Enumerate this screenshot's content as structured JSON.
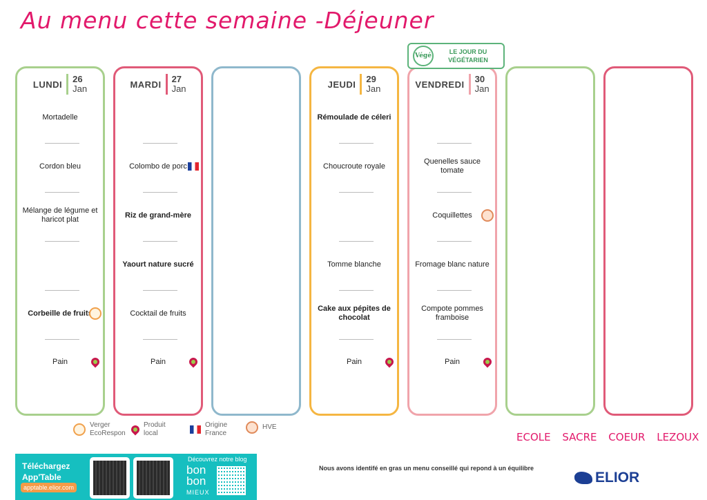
{
  "title": "Au menu cette semaine -Déjeuner",
  "vege_banner": {
    "logo": "Végé",
    "text": "LE JOUR DU VÉGÉTARIEN"
  },
  "colors": {
    "title": "#e2196b",
    "green": "#a8d08d",
    "red": "#e05a78",
    "blue": "#8fb8cc",
    "orange": "#f5b642",
    "pink": "#f0a4ab"
  },
  "columns": [
    {
      "day": "LUNDI",
      "num": "26",
      "month": "Jan",
      "color": "#a8d08d",
      "items": [
        {
          "text": "Mortadelle"
        },
        {
          "text": "Cordon bleu"
        },
        {
          "text": "Mélange de légume et haricot plat"
        },
        {
          "text": ""
        },
        {
          "text": "Corbeille de fruits",
          "bold": true,
          "icon": "verger"
        },
        {
          "text": "Pain",
          "icon": "local"
        }
      ]
    },
    {
      "day": "MARDI",
      "num": "27",
      "month": "Jan",
      "color": "#e05a78",
      "items": [
        {
          "text": ""
        },
        {
          "text": "Colombo de porc",
          "icon": "france"
        },
        {
          "text": "Riz de grand-mère",
          "bold": true
        },
        {
          "text": "Yaourt nature sucré",
          "bold": true
        },
        {
          "text": "Cocktail de fruits"
        },
        {
          "text": "Pain",
          "icon": "local"
        }
      ]
    },
    {
      "day": "",
      "num": "",
      "month": "",
      "color": "#8fb8cc",
      "items": []
    },
    {
      "day": "JEUDI",
      "num": "29",
      "month": "Jan",
      "color": "#f5b642",
      "items": [
        {
          "text": "Rémoulade de céleri",
          "bold": true
        },
        {
          "text": "Choucroute royale"
        },
        {
          "text": ""
        },
        {
          "text": "Tomme blanche"
        },
        {
          "text": "Cake aux pépites de chocolat",
          "bold": true
        },
        {
          "text": "Pain",
          "icon": "local"
        }
      ]
    },
    {
      "day": "VENDREDI",
      "num": "30",
      "month": "Jan",
      "color": "#f0a4ab",
      "items": [
        {
          "text": ""
        },
        {
          "text": "Quenelles sauce tomate"
        },
        {
          "text": "Coquillettes",
          "icon": "hve"
        },
        {
          "text": "Fromage blanc nature"
        },
        {
          "text": "Compote pommes framboise"
        },
        {
          "text": "Pain",
          "icon": "local"
        }
      ]
    },
    {
      "day": "",
      "num": "",
      "month": "",
      "color": "#a8d08d",
      "items": []
    },
    {
      "day": "",
      "num": "",
      "month": "",
      "color": "#e05a78",
      "items": []
    }
  ],
  "legend": [
    {
      "icon": "verger",
      "l1": "Verger",
      "l2": "EcoRespon"
    },
    {
      "icon": "local",
      "l1": "Produit",
      "l2": "local"
    },
    {
      "icon": "france",
      "l1": "Origine",
      "l2": "France"
    },
    {
      "icon": "hve",
      "l1": "HVE",
      "l2": ""
    }
  ],
  "school": "ECOLE SACRE COEUR LEZOUX",
  "banner": {
    "line1": "Téléchargez",
    "line2": "App'Table",
    "url": "apptable.elior.com",
    "blog": "Découvrez notre blog",
    "brand1": "bon",
    "brand2": "bon",
    "brand3": "MIEUX"
  },
  "note": "Nous avons identifé en gras un menu conseillé qui repond à un équilibre",
  "brand": "ELIOR"
}
